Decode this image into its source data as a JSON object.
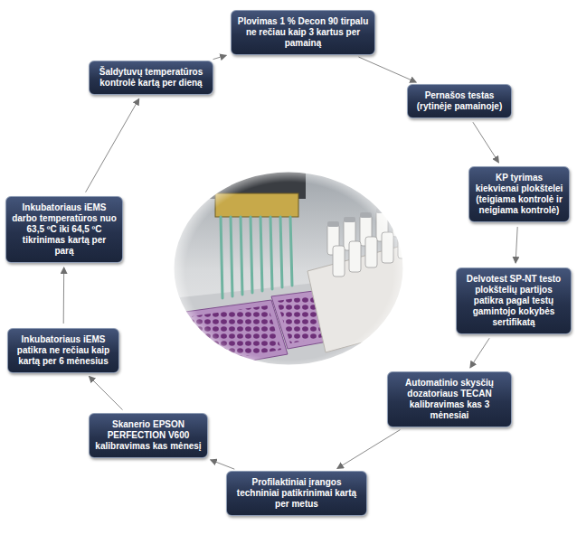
{
  "diagram": {
    "nodes": [
      {
        "text": [
          "Plovimas 1 % Decon 90 tirpalu ne rečiau kaip 3 kartus per pamainą"
        ]
      },
      {
        "text": [
          "Pernašos testas (rytinėje pamainoje)"
        ]
      },
      {
        "text": [
          "KP tyrimas kiekvienai plokštelei (teigiama kontrolė ir neigiama kontrolė)"
        ]
      },
      {
        "text": [
          "Delvotest SP-NT testo plokštelių partijos patikra pagal testų gamintojo kokybės sertifikatą"
        ]
      },
      {
        "text": [
          "Automatinio skysčių dozatoriaus TECAN kalibravimas kas 3 mėnesiai"
        ]
      },
      {
        "text": [
          "Profilaktiniai įrangos techniniai patikrinimai kartą per metus"
        ]
      },
      {
        "text": [
          "Skanerio EPSON PERFECTION V600 kalibravimas kas mėnesį"
        ]
      },
      {
        "text": [
          "Inkubatoriaus iEMS patikra ne rečiau kaip kartą per 6 mėnesius"
        ]
      },
      {
        "text": [
          "Inkubatoriaus iEMS darbo temperatūros nuo 63,5 ºC iki 64,5 ºC tikrinimas kartą per parą"
        ]
      },
      {
        "text": [
          "Šaldytuvų temperatūros kontrolė kartą per dieną"
        ]
      }
    ],
    "edges": [
      {
        "from": 0,
        "to": 1,
        "arrow": "to"
      },
      {
        "from": 1,
        "to": 2,
        "arrow": "to"
      },
      {
        "from": 2,
        "to": 3,
        "arrow": "to"
      },
      {
        "from": 3,
        "to": 4,
        "arrow": "to"
      },
      {
        "from": 4,
        "to": 5,
        "arrow": "to"
      },
      {
        "from": 5,
        "to": 6,
        "arrow": "to"
      },
      {
        "from": 6,
        "to": 7,
        "arrow": "to"
      },
      {
        "from": 7,
        "to": 8,
        "arrow": "to"
      },
      {
        "from": 8,
        "to": 9,
        "arrow": "to"
      },
      {
        "from": 9,
        "to": 0,
        "arrow": "to"
      }
    ]
  }
}
